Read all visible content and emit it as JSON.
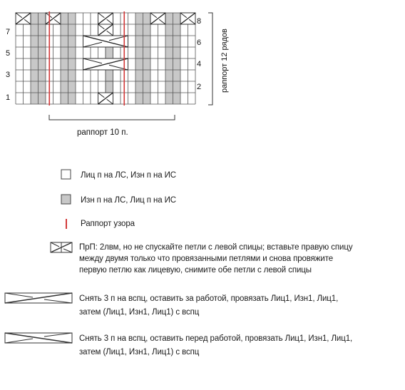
{
  "chart": {
    "columns": 24,
    "rows": 8,
    "left_row_numbers": [
      "7",
      "5",
      "3",
      "1"
    ],
    "right_row_numbers": [
      "8",
      "6",
      "4",
      "2"
    ],
    "pattern_repeat_label": "раппорт 10 п.",
    "row_repeat_label": "раппорт 12 рядов",
    "colors": {
      "grid": "#555555",
      "purl": "#c8c8c8",
      "knit": "#ffffff",
      "repeat": "#d23a3a"
    }
  },
  "legend": {
    "items": [
      {
        "icon": "empty-square-icon",
        "text": "Лиц п на ЛС, Изн п на ИС"
      },
      {
        "icon": "grey-square-icon",
        "text": "Изн п на ЛС, Лиц п на ИС"
      },
      {
        "icon": "red-line-icon",
        "text": "Раппорт узора"
      },
      {
        "icon": "right-twist-icon",
        "lines": [
          "ПрП: 2лвм, но не спускайте петли с левой спицы; вставьте правую спицу",
          "между двумя только что провязанными петлями и снова провяжите",
          "первую петлю как лицевую, снимите обе петли с левой спицы"
        ]
      },
      {
        "icon": "cable-back-icon",
        "lines": [
          "Снять 3 п на вспц, оставить за работой, провязать Лиц1, Изн1, Лиц1,",
          "затем (Лиц1, Изн1, Лиц1) с вспц"
        ]
      },
      {
        "icon": "cable-front-icon",
        "lines": [
          "Снять 3 п на вспц, оставить перед работой, провязать Лиц1, Изн1, Лиц1,",
          "затем (Лиц1, Изн1, Лиц1) с вспц"
        ]
      }
    ]
  }
}
